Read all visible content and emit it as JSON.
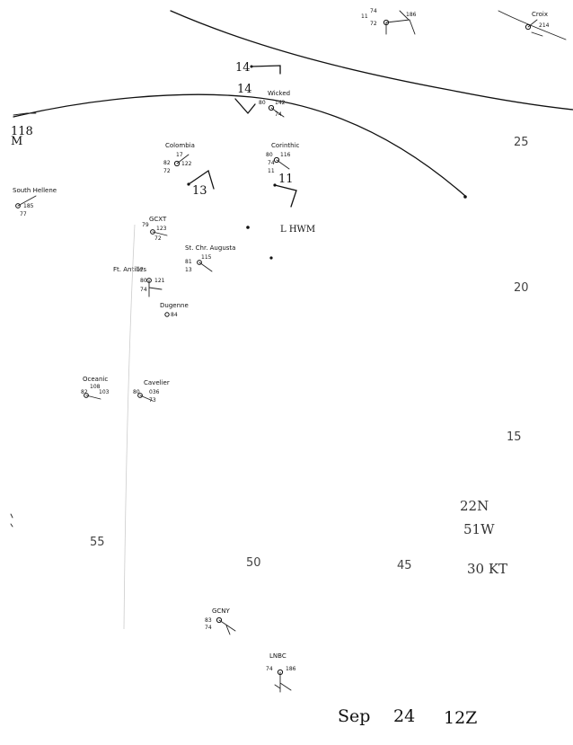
{
  "scale_labels": {
    "lat_25": "25",
    "lat_20": "20",
    "lat_15": "15",
    "lon_55": "55",
    "lon_50": "50",
    "lon_45": "45"
  },
  "storm_info": {
    "lat": "22N",
    "lon": "51W",
    "wind": "30 KT"
  },
  "date_label": {
    "day": "Sep",
    "date": "24",
    "time": "12Z"
  },
  "isobar_labels": {
    "upper": "14",
    "lower": "14",
    "left_trough": "13",
    "right_trough": "11"
  },
  "low_label": "L HWM",
  "stations": [
    {
      "name": "Colombia",
      "vals": [
        "17",
        "82",
        "122",
        "72"
      ]
    },
    {
      "name": "Corinthic",
      "vals": [
        "116",
        "80",
        "74",
        "11"
      ]
    },
    {
      "name": "Wicked",
      "vals": [
        "80",
        "142",
        "74"
      ]
    },
    {
      "name": "GCXT",
      "vals": [
        "123",
        "79",
        "72"
      ]
    },
    {
      "name": "St. Chr. Augusta",
      "vals": [
        "115",
        "81",
        "13"
      ]
    },
    {
      "name": "Ft. Antilles",
      "vals": [
        "17",
        "80",
        "121",
        "74"
      ]
    },
    {
      "name": "Dugenne",
      "vals": [
        "84"
      ]
    },
    {
      "name": "Oceanic",
      "vals": [
        "108",
        "103",
        "82"
      ]
    },
    {
      "name": "Cavelier",
      "vals": [
        "036",
        "80",
        "73"
      ]
    },
    {
      "name": "South Hellene",
      "vals": [
        "185",
        "77"
      ]
    },
    {
      "name": "Croix",
      "vals": [
        "214"
      ]
    },
    {
      "name": "GCNY",
      "vals": [
        "83",
        "74"
      ]
    },
    {
      "name": "LNBC",
      "vals": [
        "186",
        "74"
      ]
    },
    {
      "name": "M",
      "vals": [
        "118"
      ]
    }
  ]
}
